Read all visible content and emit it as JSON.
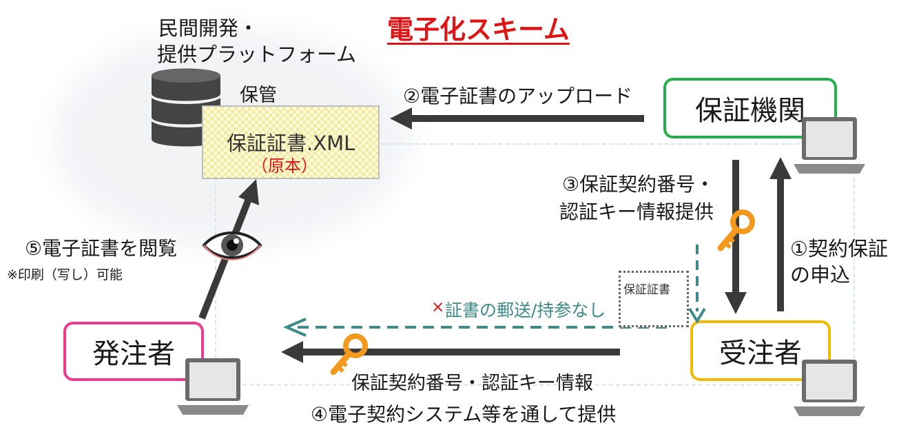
{
  "title": "電子化スキーム",
  "platform": {
    "line1": "民間開発・",
    "line2": "提供プラットフォーム",
    "storage_label": "保管"
  },
  "certificate": {
    "name": "保証証書.XML",
    "original": "（原本）"
  },
  "nodes": {
    "guarantor": "保証機関",
    "contractor": "受注者",
    "orderer": "発注者"
  },
  "steps": {
    "step1_line1": "①契約保証",
    "step1_line2": "の申込",
    "step2": "②電子証書のアップロード",
    "step3_line1": "③保証契約番号・",
    "step3_line2": "認証キー情報提供",
    "step4_line1": "保証契約番号・認証キー情報",
    "step4_line2": "④電子契約システム等を通して提供",
    "step5": "⑤電子証書を閲覧",
    "step5_note": "※印刷（写し）可能"
  },
  "no_mail": {
    "mark": "×",
    "text": "証書の郵送/持参なし"
  },
  "paper_certificate": "保証証書",
  "colors": {
    "guarantor_border": "#22b04a",
    "contractor_border": "#f5b800",
    "orderer_border": "#ee3a8c",
    "arrow": "#3a3a3a",
    "dashed_arrow": "#3d8a8a",
    "key": "#f39a1e",
    "title": "#e01414"
  },
  "icons": [
    "database-icon",
    "laptop-icon",
    "key-icon",
    "eye-icon"
  ]
}
